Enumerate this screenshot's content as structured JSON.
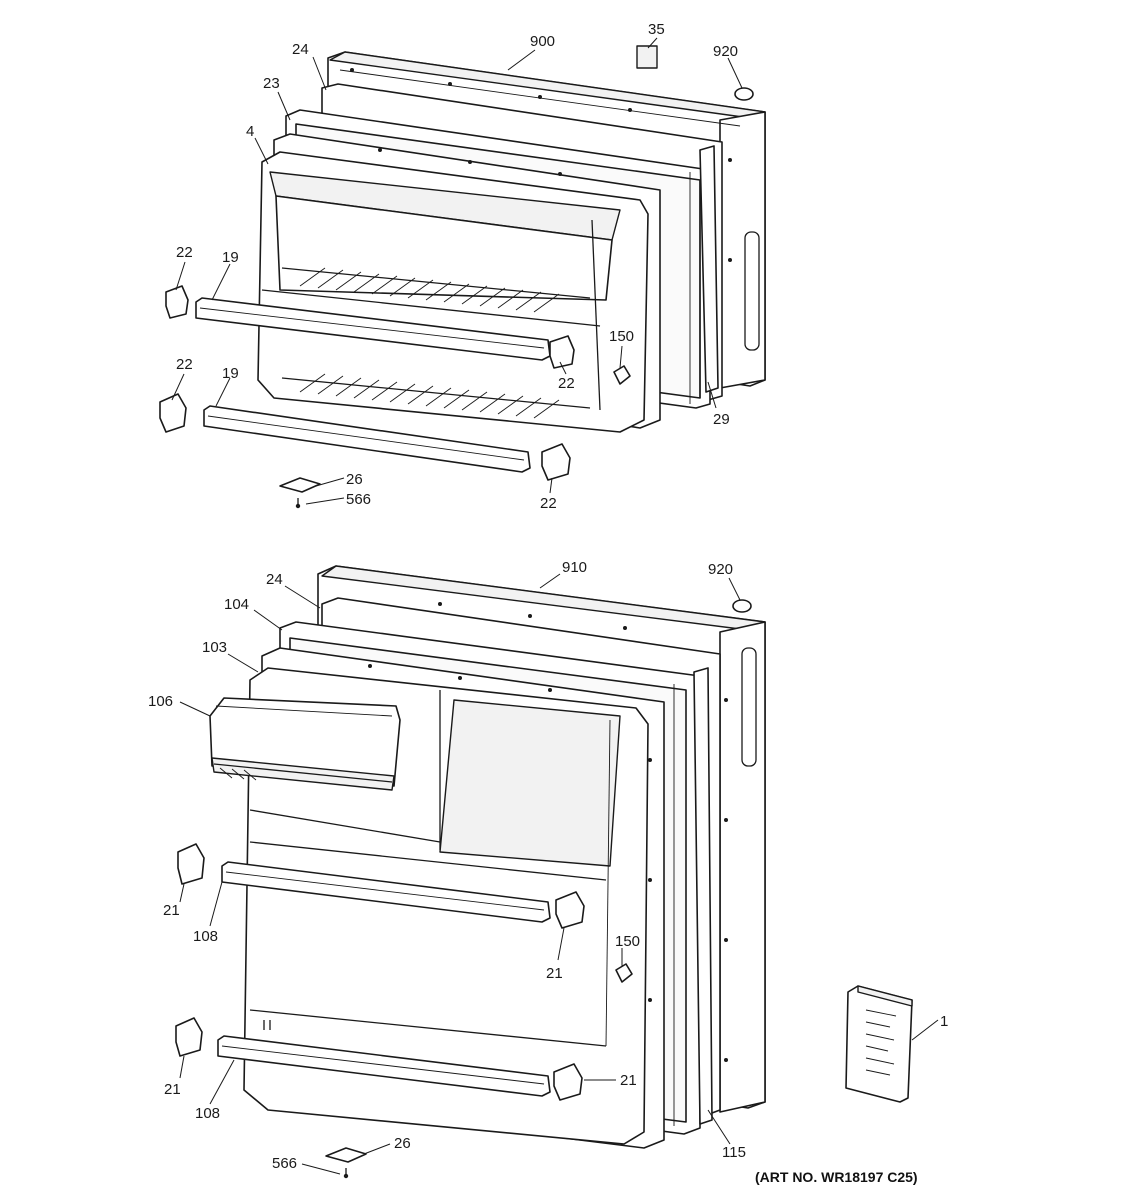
{
  "diagram": {
    "callouts_top": {
      "c24": "24",
      "c900": "900",
      "c35": "35",
      "c920": "920",
      "c23": "23",
      "c4": "4",
      "c22a": "22",
      "c19a": "19",
      "c22b": "22",
      "c150": "150",
      "c22c": "22",
      "c19b": "19",
      "c29": "29",
      "c26": "26",
      "c566": "566",
      "c22d": "22"
    },
    "callouts_bottom": {
      "c24": "24",
      "c910": "910",
      "c920": "920",
      "c104": "104",
      "c103": "103",
      "c106": "106",
      "c21a": "21",
      "c108a": "108",
      "c150": "150",
      "c21b": "21",
      "c1": "1",
      "c21c": "21",
      "c108b": "108",
      "c21d": "21",
      "c115": "115",
      "c26": "26",
      "c566": "566"
    },
    "art_number": "(ART NO. WR18197 C25)"
  }
}
